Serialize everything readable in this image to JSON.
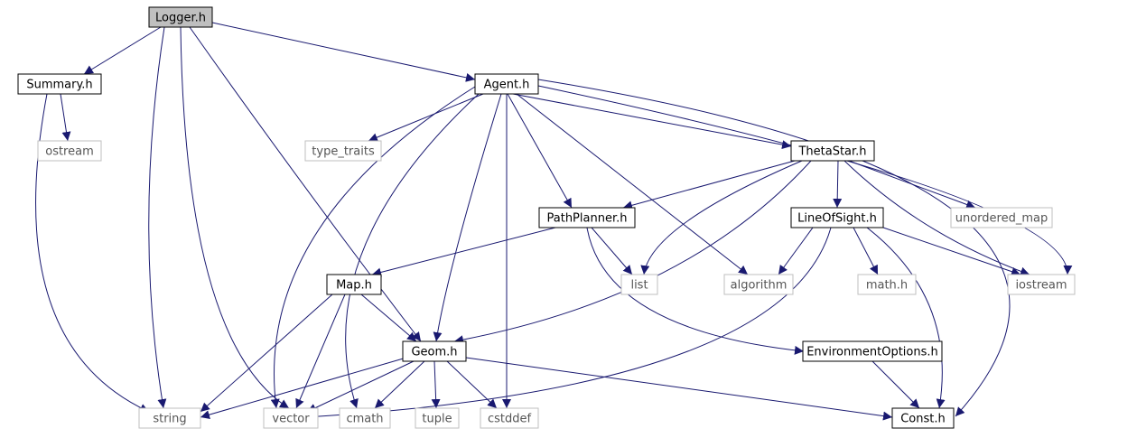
{
  "colors": {
    "background": "#ffffff",
    "edge": "#191970",
    "project_border": "#000000",
    "project_fill": "#ffffff",
    "root_fill": "#bfbfbf",
    "system_border": "#bfbfbf",
    "system_text": "#555555",
    "text": "#000000"
  },
  "nodes": [
    {
      "id": "logger",
      "label": "Logger.h",
      "kind": "root"
    },
    {
      "id": "summary",
      "label": "Summary.h",
      "kind": "project"
    },
    {
      "id": "agent",
      "label": "Agent.h",
      "kind": "project"
    },
    {
      "id": "ostream",
      "label": "ostream",
      "kind": "system"
    },
    {
      "id": "type_traits",
      "label": "type_traits",
      "kind": "system"
    },
    {
      "id": "thetastar",
      "label": "ThetaStar.h",
      "kind": "project"
    },
    {
      "id": "pathplanner",
      "label": "PathPlanner.h",
      "kind": "project"
    },
    {
      "id": "lineofsight",
      "label": "LineOfSight.h",
      "kind": "project"
    },
    {
      "id": "unordered_map",
      "label": "unordered_map",
      "kind": "system"
    },
    {
      "id": "map",
      "label": "Map.h",
      "kind": "project"
    },
    {
      "id": "list",
      "label": "list",
      "kind": "system"
    },
    {
      "id": "algorithm",
      "label": "algorithm",
      "kind": "system"
    },
    {
      "id": "math",
      "label": "math.h",
      "kind": "system"
    },
    {
      "id": "iostream",
      "label": "iostream",
      "kind": "system"
    },
    {
      "id": "geom",
      "label": "Geom.h",
      "kind": "project"
    },
    {
      "id": "envopts",
      "label": "EnvironmentOptions.h",
      "kind": "project"
    },
    {
      "id": "string",
      "label": "string",
      "kind": "system"
    },
    {
      "id": "vector",
      "label": "vector",
      "kind": "system"
    },
    {
      "id": "cmath",
      "label": "cmath",
      "kind": "system"
    },
    {
      "id": "tuple",
      "label": "tuple",
      "kind": "system"
    },
    {
      "id": "cstddef",
      "label": "cstddef",
      "kind": "system"
    },
    {
      "id": "const",
      "label": "Const.h",
      "kind": "project"
    }
  ],
  "edges": [
    [
      "logger",
      "summary"
    ],
    [
      "logger",
      "agent"
    ],
    [
      "logger",
      "string"
    ],
    [
      "logger",
      "vector"
    ],
    [
      "logger",
      "geom"
    ],
    [
      "summary",
      "ostream"
    ],
    [
      "summary",
      "string"
    ],
    [
      "agent",
      "type_traits"
    ],
    [
      "agent",
      "thetastar"
    ],
    [
      "agent",
      "pathplanner"
    ],
    [
      "agent",
      "algorithm"
    ],
    [
      "agent",
      "iostream"
    ],
    [
      "agent",
      "const"
    ],
    [
      "agent",
      "vector"
    ],
    [
      "agent",
      "cmath"
    ],
    [
      "agent",
      "geom"
    ],
    [
      "agent",
      "cstddef"
    ],
    [
      "thetastar",
      "pathplanner"
    ],
    [
      "thetastar",
      "lineofsight"
    ],
    [
      "thetastar",
      "unordered_map"
    ],
    [
      "thetastar",
      "list"
    ],
    [
      "thetastar",
      "iostream"
    ],
    [
      "thetastar",
      "geom"
    ],
    [
      "pathplanner",
      "map"
    ],
    [
      "pathplanner",
      "list"
    ],
    [
      "pathplanner",
      "envopts"
    ],
    [
      "lineofsight",
      "algorithm"
    ],
    [
      "lineofsight",
      "math"
    ],
    [
      "lineofsight",
      "iostream"
    ],
    [
      "lineofsight",
      "const"
    ],
    [
      "lineofsight",
      "vector"
    ],
    [
      "map",
      "geom"
    ],
    [
      "map",
      "string"
    ],
    [
      "map",
      "vector"
    ],
    [
      "geom",
      "string"
    ],
    [
      "geom",
      "vector"
    ],
    [
      "geom",
      "cmath"
    ],
    [
      "geom",
      "tuple"
    ],
    [
      "geom",
      "cstddef"
    ],
    [
      "geom",
      "const"
    ],
    [
      "envopts",
      "const"
    ]
  ]
}
